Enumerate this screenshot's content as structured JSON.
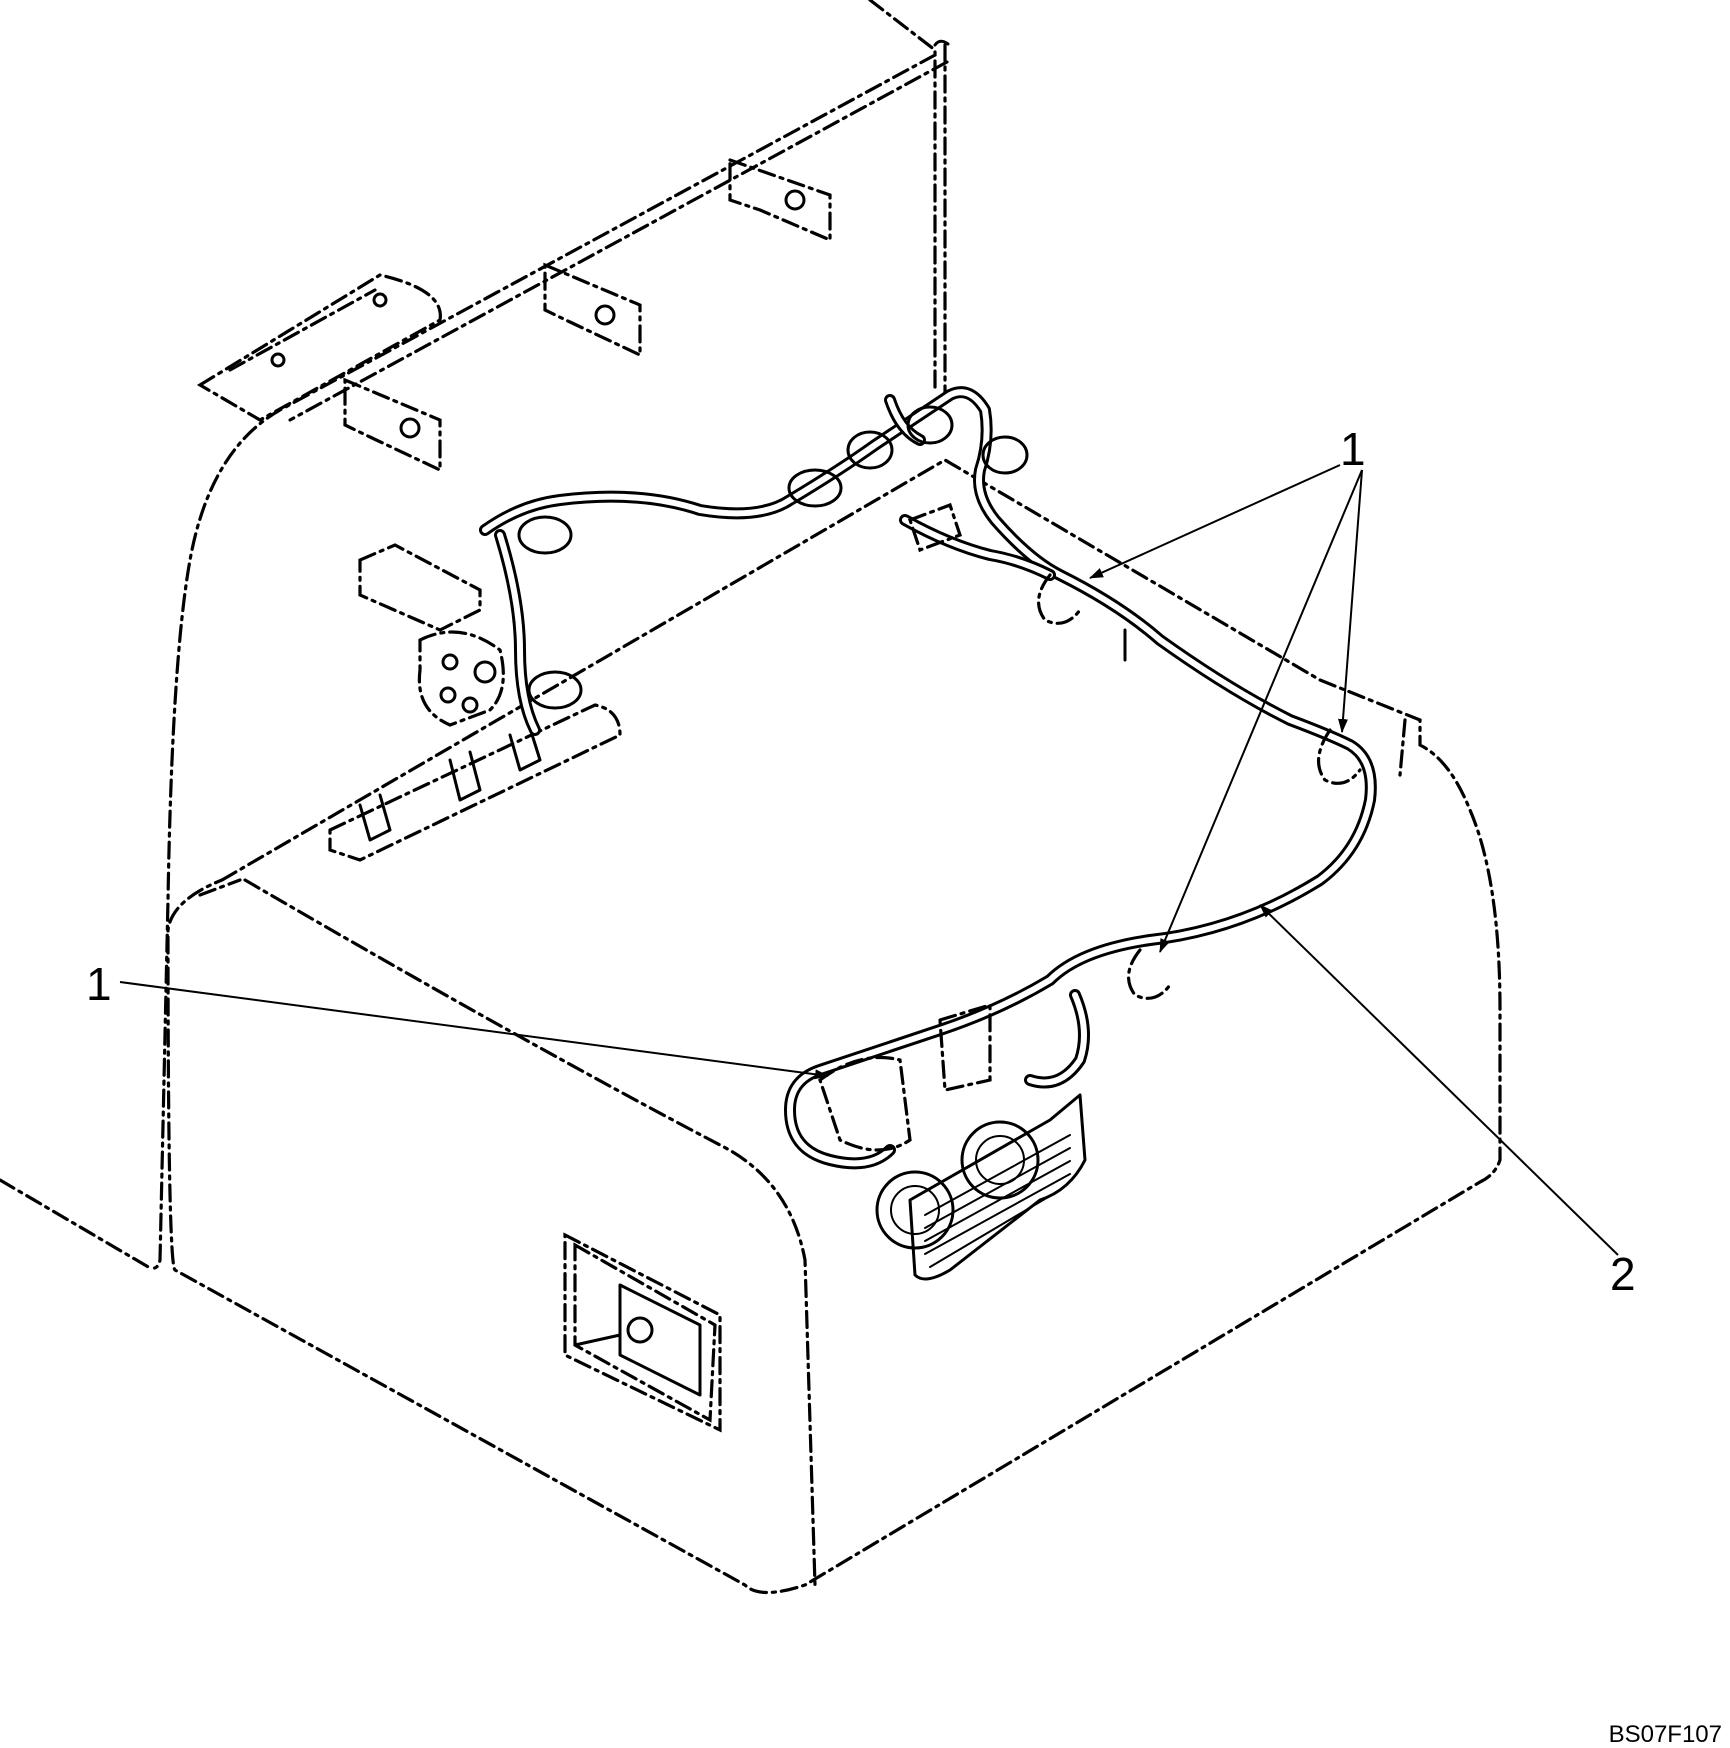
{
  "callouts": [
    {
      "id": "callout-1-top",
      "text": "1"
    },
    {
      "id": "callout-1-left",
      "text": "1"
    },
    {
      "id": "callout-2",
      "text": "2"
    }
  ],
  "figure_code": "BS07F107",
  "colors": {
    "line": "#000000",
    "background": "#ffffff"
  }
}
